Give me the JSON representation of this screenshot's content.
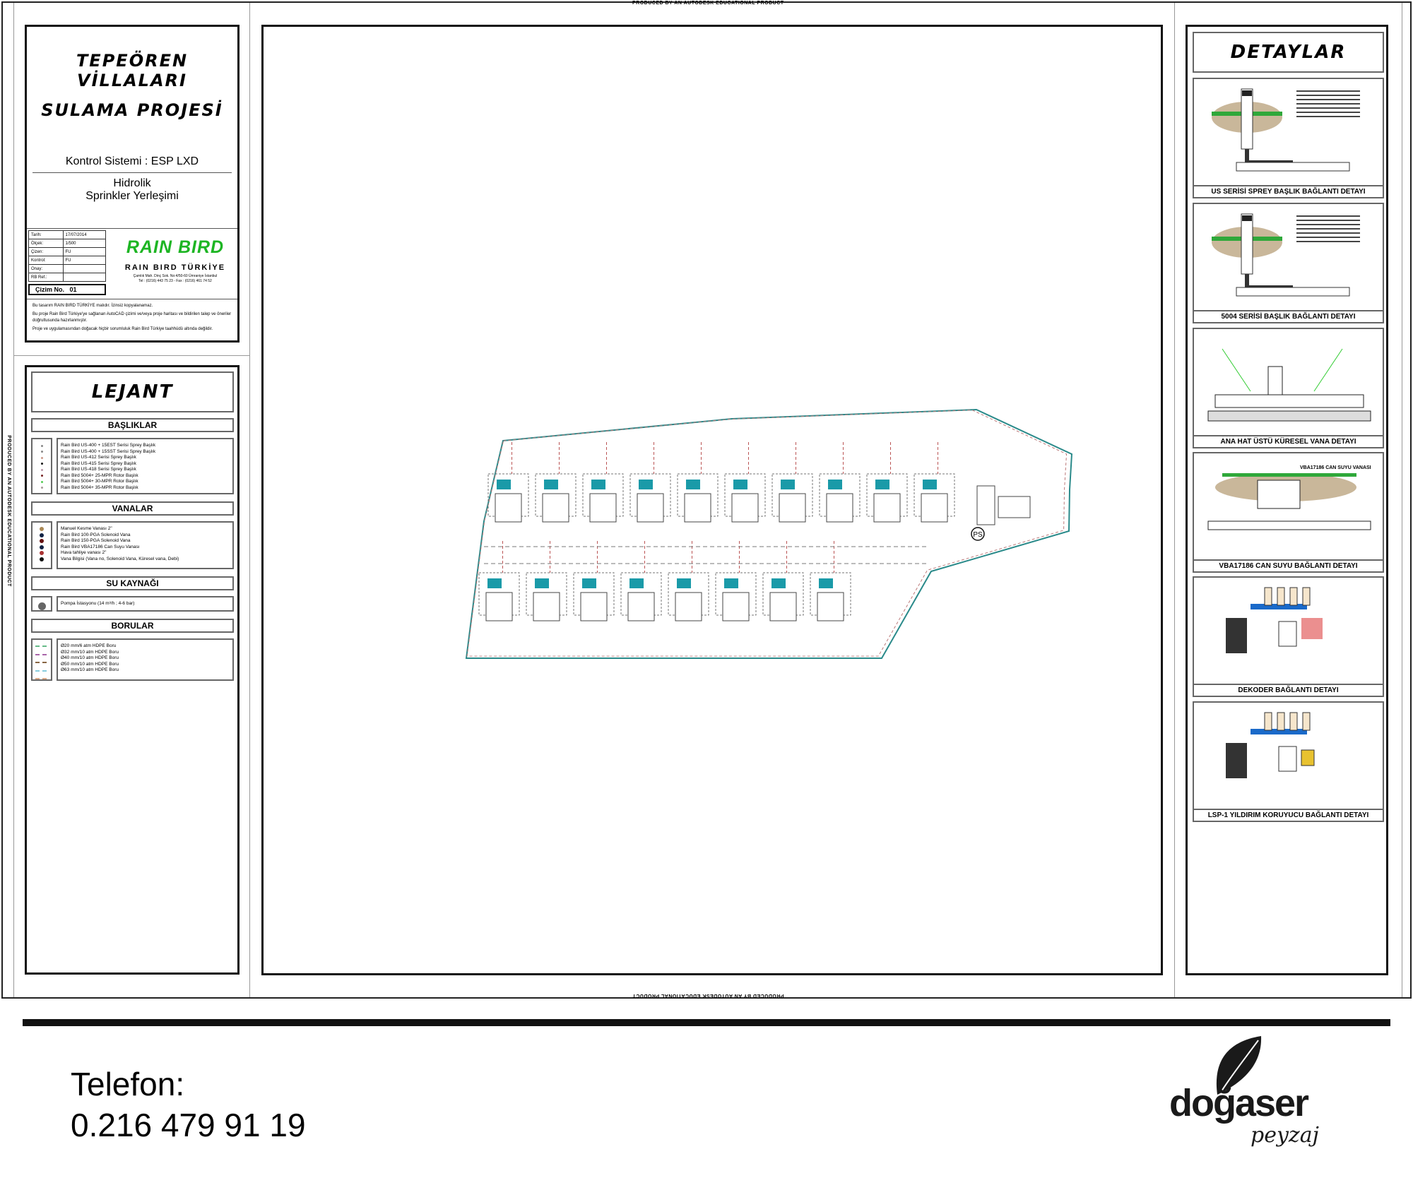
{
  "watermark": "PRODUCED BY AN AUTODESK EDUCATIONAL PRODUCT",
  "title_block": {
    "project_title_line1": "TEPEÖREN VİLLALARI",
    "project_title_line2": "SULAMA PROJESİ",
    "control_system": "Kontrol Sistemi : ESP LXD",
    "sheet_line1": "Hidrolik",
    "sheet_line2": "Sprinkler Yerleşimi",
    "meta": [
      {
        "label": "Tarih:",
        "value": "17/07/2014"
      },
      {
        "label": "Ölçek:",
        "value": "1/500"
      },
      {
        "label": "Çizen:",
        "value": "FU"
      },
      {
        "label": "Kontrol:",
        "value": "FU"
      },
      {
        "label": "Onay:",
        "value": ""
      },
      {
        "label": "RB Ref.:",
        "value": ""
      }
    ],
    "drawing_no_label": "Çizim No.",
    "drawing_no": "01",
    "brand_logo": "RAIN BIRD",
    "brand_name": "RAIN BIRD TÜRKİYE",
    "brand_address": "Çamlık Mah. Dinç Sok. No:4/50-60 Ümraniye İstanbul",
    "brand_phone": "Tel : (0216) 443 75 23  -  Fax : (0216) 461 74 52",
    "notes": [
      "Bu tasarım RAIN BIRD TÜRKİYE malıdır. İzinsiz kopyalanamaz.",
      "Bu proje Rain Bird Türkiye'ye sağlanan AutoCAD çizimi ve/veya proje haritası ve bildirilen talep ve öneriler doğrultusunda hazırlanmıştır.",
      "Proje ve uygulamasından doğacak hiçbir sorumluluk Rain Bird Türkiye taahhüdü altında değildir."
    ]
  },
  "legend": {
    "title": "LEJANT",
    "sections": [
      {
        "title": "BAŞLIKLAR",
        "items": [
          "Rain Bird US-400 + 15EST Serisi Sprey Başlık",
          "Rain Bird US-400 + 15SST Serisi Sprey Başlık",
          "Rain Bird US-412 Serisi Sprey Başlık",
          "Rain Bird US-415 Serisi Sprey Başlık",
          "Rain Bird US-418 Serisi Sprey Başlık",
          "Rain Bird 5004+  25-MPR Rotor Başlık",
          "Rain Bird 5004+  30-MPR Rotor Başlık",
          "Rain Bird 5004+  35-MPR Rotor Başlık"
        ],
        "colors": [
          "#888",
          "#888",
          "#c98",
          "#111",
          "#b9a",
          "#722",
          "#5c5",
          "#a99"
        ]
      },
      {
        "title": "VANALAR",
        "items": [
          "Manuel Kesme Vanası 2\"",
          "Rain Bird 100-PGA Solenoid Vana",
          "Rain Bird 150-PGA Solenoid Vana",
          "Rain Bird VBA17186 Can Suyu Vanası",
          "Hava tahliye vanası 2\"",
          "Vana Bilgisi (Vana no, Solenoid Vana, Küresel vana, Debi)"
        ],
        "colors": [
          "#a85",
          "#124",
          "#611",
          "#124",
          "#a33",
          "#111"
        ]
      },
      {
        "title": "SU KAYNAĞI",
        "items": [
          "Pompa İstasyonu (14 m³/h ; 4-6 bar)"
        ],
        "colors": [
          "#666"
        ]
      },
      {
        "title": "BORULAR",
        "items": [
          "Ø20 mm/6 atm HDPE Boru",
          "Ø32 mm/10 atm HDPE Boru",
          "Ø40 mm/10 atm HDPE Boru",
          "Ø50 mm/10 atm HDPE Boru",
          "Ø63 mm/10 atm HDPE Boru"
        ],
        "colors": [
          "#6b8",
          "#a6a",
          "#864",
          "#8cd",
          "#da8"
        ]
      }
    ]
  },
  "plan": {
    "pump_label": "PS"
  },
  "details": {
    "title": "DETAYLAR",
    "items": [
      "US SERİSİ SPREY BAŞLIK BAĞLANTI DETAYI",
      "5004 SERİSİ BAŞLIK BAĞLANTI DETAYI",
      "ANA HAT ÜSTÜ KÜRESEL VANA DETAYI",
      "VBA17186 CAN SUYU BAĞLANTI DETAYI",
      "DEKODER BAĞLANTI DETAYI",
      "LSP-1 YILDIRIM KORUYUCU BAĞLANTI DETAYI"
    ],
    "vba_label": "VBA17186 CAN SUYU VANASI"
  },
  "footer": {
    "phone_label": "Telefon:",
    "phone_number": "0.216 479 91 19",
    "logo_main": "doğaser",
    "logo_sub": "peyzaj"
  },
  "colors": {
    "rainbird_green": "#1db523",
    "site_teal": "#1a9aa8",
    "dark_bar": "#111111"
  }
}
